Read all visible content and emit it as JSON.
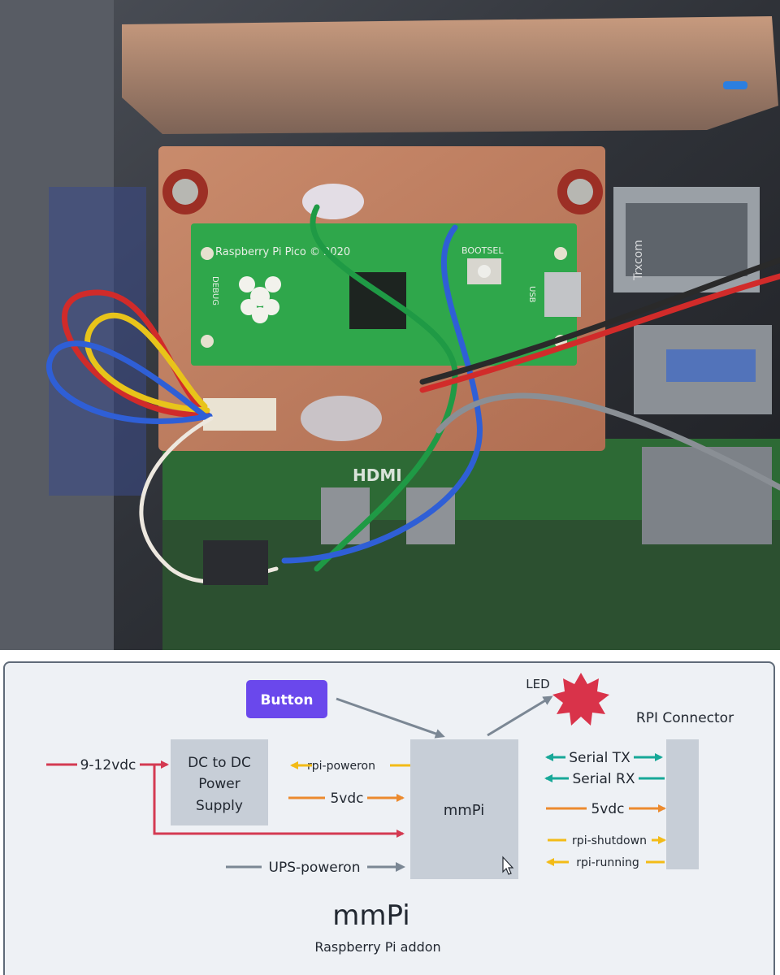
{
  "photo": {
    "board_silkscreen": "Raspberry Pi Pico © 2020",
    "bootsel_label": "BOOTSEL",
    "debug_label": "DEBUG",
    "usb_label": "USB",
    "hdmi_label": "HDMI",
    "magjack_label": "Trxcom"
  },
  "diagram": {
    "button_label": "Button",
    "led_label": "LED",
    "rpi_connector_label": "RPI Connector",
    "input_voltage_label": "9-12vdc",
    "dc_supply_lines": [
      "DC to DC",
      "Power",
      "Supply"
    ],
    "center_block_label": "mmPi",
    "signal_rpi_poweron": "rpi-poweron",
    "signal_5vdc_left": "5vdc",
    "signal_ups_poweron": "UPS-poweron",
    "signal_serial_tx": "Serial TX",
    "signal_serial_rx": "Serial RX",
    "signal_5vdc_right": "5vdc",
    "signal_rpi_shutdown": "rpi-shutdown",
    "signal_rpi_running": "rpi-running",
    "title": "mmPi",
    "subtitle": "Raspberry Pi addon",
    "colors": {
      "power_red": "#d43a52",
      "orange": "#ec8a2e",
      "yellow": "#f3bb17",
      "teal": "#17a898",
      "gray": "#7b8794",
      "block": "#c7ced7",
      "button": "#6a48ec",
      "led": "#d9334a"
    }
  }
}
